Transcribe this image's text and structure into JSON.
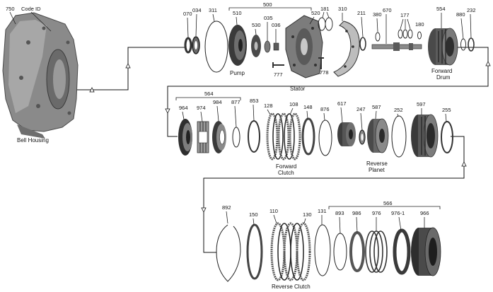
{
  "part_numbers": {
    "p750": "750",
    "code_id": "Code ID",
    "p070": "070",
    "p034": "034",
    "p311": "311",
    "p500": "500",
    "p510": "510",
    "p530": "530",
    "p035": "035",
    "p036": "036",
    "p520": "520",
    "p777": "777",
    "p181": "181",
    "p310": "310",
    "p778": "778",
    "p211": "211",
    "p380": "380",
    "p670": "670",
    "p177": "177",
    "p180": "180",
    "p554": "554",
    "p880": "880",
    "p232": "232",
    "p564": "564",
    "p964": "964",
    "p974": "974",
    "p984": "984",
    "p877": "877",
    "p853": "853",
    "p128": "128",
    "p108": "108",
    "p148": "148",
    "p876": "876",
    "p617": "617",
    "p247": "247",
    "p587": "587",
    "p252": "252",
    "p597": "597",
    "p255": "255",
    "p566": "566",
    "p892": "892",
    "p150": "150",
    "p110": "110",
    "p130": "130",
    "p131": "131",
    "p893": "893",
    "p986": "986",
    "p976": "976",
    "p976_1": "976-1",
    "p966": "966"
  },
  "captions": {
    "bell_housing": "Bell Housing",
    "pump": "Pump",
    "stator": "Stator",
    "forward_drum_1": "Forward",
    "forward_drum_2": "Drum",
    "forward_clutch_1": "Forward",
    "forward_clutch_2": "Clutch",
    "reverse_planet_1": "Reverse",
    "reverse_planet_2": "Planet",
    "reverse_clutch": "Reverse Clutch"
  },
  "colors": {
    "housing": "#8a8a8a",
    "housing_dark": "#5a5a5a",
    "part_dark": "#3a3a3a",
    "part_mid": "#777777",
    "part_light": "#bdbdbd",
    "line": "#222222"
  }
}
